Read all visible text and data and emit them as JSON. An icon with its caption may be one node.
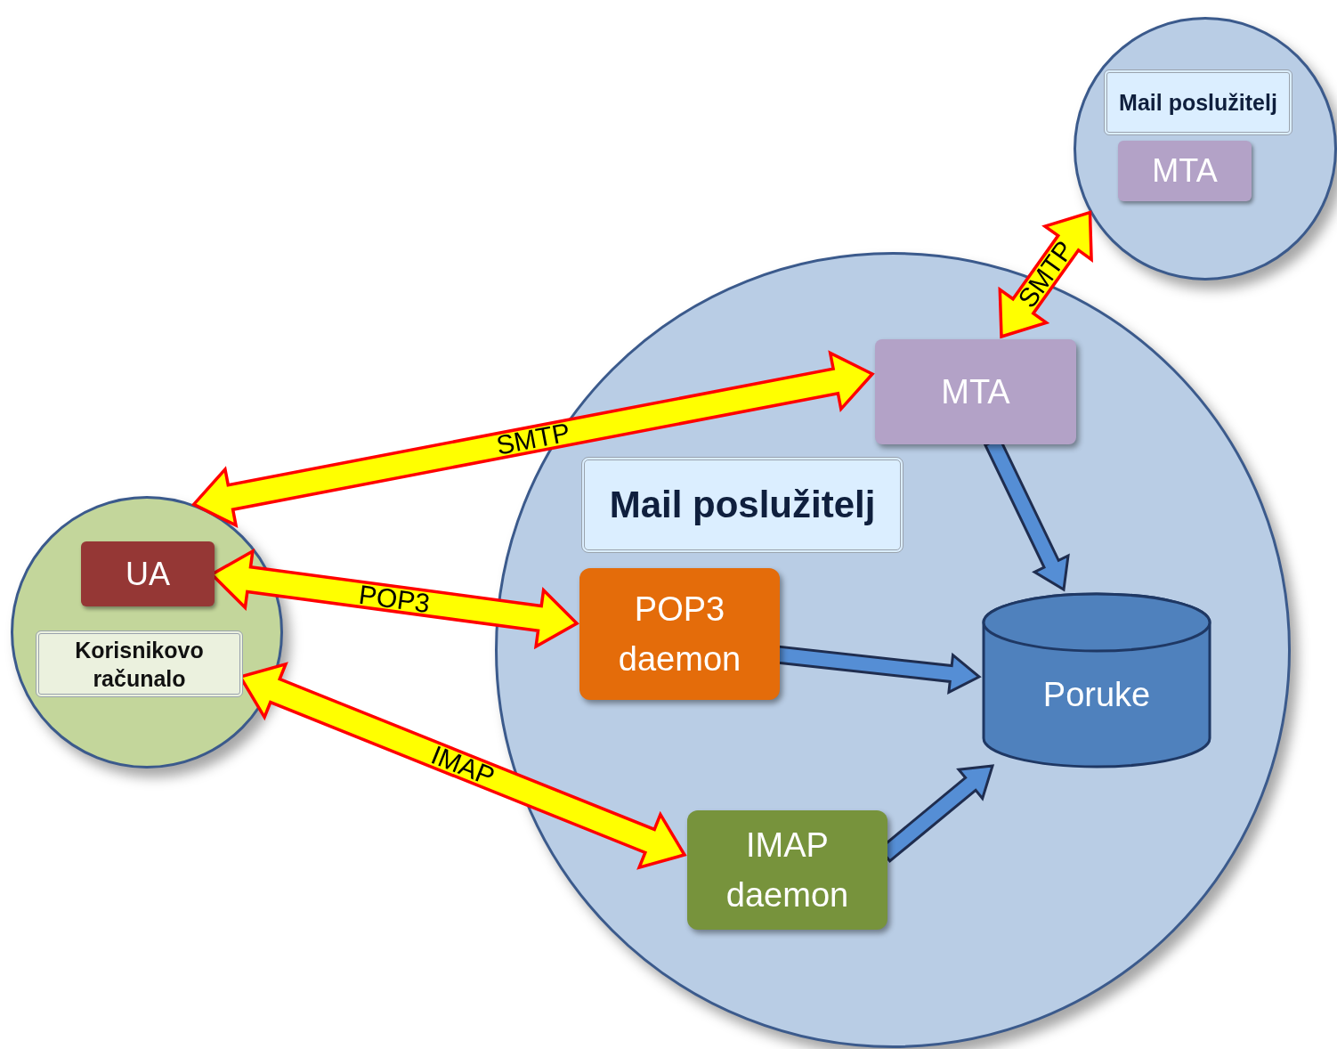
{
  "diagram": {
    "nodes": [
      {
        "text": [],
        "shape": "circle"
      },
      {
        "text": [
          "Mail poslužitelj"
        ],
        "in": 0
      },
      {
        "text": [
          "MTA"
        ],
        "in": 0
      },
      {
        "text": [],
        "shape": "circle"
      },
      {
        "text": [
          "MTA"
        ],
        "in": 3
      },
      {
        "text": [
          "Mail poslužitelj"
        ],
        "in": 3
      },
      {
        "text": [
          "POP3 daemon"
        ],
        "in": 3
      },
      {
        "text": [
          "Poruke"
        ],
        "in": 3
      },
      {
        "text": [
          "IMAP daemon"
        ],
        "in": 3
      },
      {
        "text": [],
        "shape": "circle"
      },
      {
        "text": [
          "UA"
        ],
        "in": 9
      },
      {
        "text": [
          "Korisnikovo računalo"
        ],
        "in": 9
      }
    ],
    "edges": [
      {
        "from": 4,
        "to": 0,
        "arrow": "both",
        "label": "SMTP"
      },
      {
        "from": 9,
        "to": 4,
        "arrow": "both",
        "label": "SMTP"
      },
      {
        "from": 10,
        "to": 6,
        "arrow": "both",
        "label": "POP3"
      },
      {
        "from": 11,
        "to": 8,
        "arrow": "both",
        "label": "IMAP"
      },
      {
        "from": 4,
        "to": 7,
        "arrow": "to",
        "color": "#558ed5"
      },
      {
        "from": 6,
        "to": 7,
        "arrow": "to",
        "color": "#558ed5"
      },
      {
        "from": 8,
        "to": 7,
        "arrow": "to",
        "color": "#558ed5"
      }
    ]
  }
}
